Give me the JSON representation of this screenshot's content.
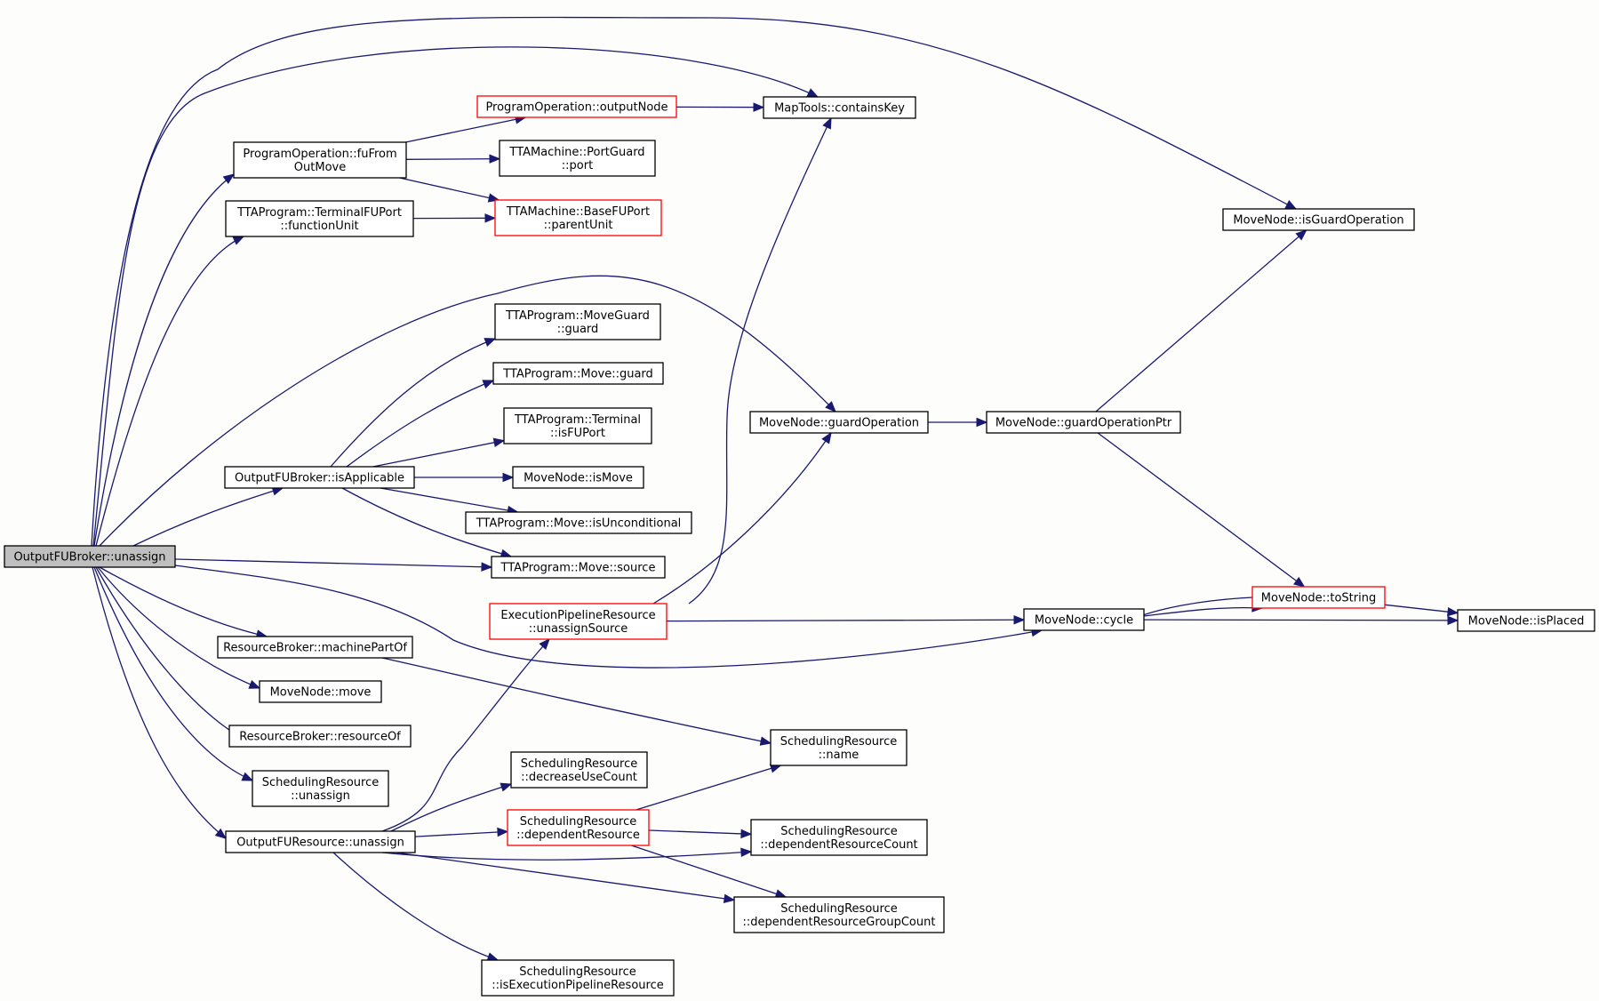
{
  "graph": {
    "title": "",
    "colors": {
      "edge": "#191970",
      "node_border": "#000000",
      "highlight_border": "#ff0000",
      "root_fill": "#bfbfbf",
      "background": "#fdfdfb"
    },
    "nodes": [
      {
        "id": "root",
        "label": "OutputFUBroker::unassign",
        "style": "root"
      },
      {
        "id": "fuFromOutMove",
        "label": "ProgramOperation::fuFrom\nOutMove",
        "style": "normal"
      },
      {
        "id": "functionUnit",
        "label": "TTAProgram::TerminalFUPort\n::functionUnit",
        "style": "normal"
      },
      {
        "id": "outputNode",
        "label": "ProgramOperation::outputNode",
        "style": "red"
      },
      {
        "id": "portGuardPort",
        "label": "TTAMachine::PortGuard\n::port",
        "style": "normal"
      },
      {
        "id": "parentUnit",
        "label": "TTAMachine::BaseFUPort\n::parentUnit",
        "style": "red"
      },
      {
        "id": "containsKey",
        "label": "MapTools::containsKey",
        "style": "normal"
      },
      {
        "id": "isGuardOperation",
        "label": "MoveNode::isGuardOperation",
        "style": "normal"
      },
      {
        "id": "moveGuardGuard",
        "label": "TTAProgram::MoveGuard\n::guard",
        "style": "normal"
      },
      {
        "id": "moveGuard",
        "label": "TTAProgram::Move::guard",
        "style": "normal"
      },
      {
        "id": "isFUPort",
        "label": "TTAProgram::Terminal\n::isFUPort",
        "style": "normal"
      },
      {
        "id": "isApplicable",
        "label": "OutputFUBroker::isApplicable",
        "style": "normal"
      },
      {
        "id": "isMove",
        "label": "MoveNode::isMove",
        "style": "normal"
      },
      {
        "id": "isUnconditional",
        "label": "TTAProgram::Move::isUnconditional",
        "style": "normal"
      },
      {
        "id": "moveSource",
        "label": "TTAProgram::Move::source",
        "style": "normal"
      },
      {
        "id": "guardOperation",
        "label": "MoveNode::guardOperation",
        "style": "normal"
      },
      {
        "id": "guardOperationPtr",
        "label": "MoveNode::guardOperationPtr",
        "style": "normal"
      },
      {
        "id": "unassignSource",
        "label": "ExecutionPipelineResource\n::unassignSource",
        "style": "red"
      },
      {
        "id": "cycle",
        "label": "MoveNode::cycle",
        "style": "normal"
      },
      {
        "id": "toString",
        "label": "MoveNode::toString",
        "style": "red"
      },
      {
        "id": "isPlaced",
        "label": "MoveNode::isPlaced",
        "style": "normal"
      },
      {
        "id": "machinePartOf",
        "label": "ResourceBroker::machinePartOf",
        "style": "normal"
      },
      {
        "id": "nodeMove",
        "label": "MoveNode::move",
        "style": "normal"
      },
      {
        "id": "resourceOf",
        "label": "ResourceBroker::resourceOf",
        "style": "normal"
      },
      {
        "id": "srUnassign",
        "label": "SchedulingResource\n::unassign",
        "style": "normal"
      },
      {
        "id": "srName",
        "label": "SchedulingResource\n::name",
        "style": "normal"
      },
      {
        "id": "decreaseUseCount",
        "label": "SchedulingResource\n::decreaseUseCount",
        "style": "normal"
      },
      {
        "id": "ofuUnassign",
        "label": "OutputFUResource::unassign",
        "style": "normal"
      },
      {
        "id": "dependentResource",
        "label": "SchedulingResource\n::dependentResource",
        "style": "red"
      },
      {
        "id": "dependentResourceCount",
        "label": "SchedulingResource\n::dependentResourceCount",
        "style": "normal"
      },
      {
        "id": "dependentResourceGroupCount",
        "label": "SchedulingResource\n::dependentResourceGroupCount",
        "style": "normal"
      },
      {
        "id": "isExecutionPipelineResource",
        "label": "SchedulingResource\n::isExecutionPipelineResource",
        "style": "normal"
      }
    ],
    "edges": [
      {
        "from": "root",
        "to": "fuFromOutMove"
      },
      {
        "from": "root",
        "to": "functionUnit"
      },
      {
        "from": "root",
        "to": "containsKey"
      },
      {
        "from": "root",
        "to": "isGuardOperation"
      },
      {
        "from": "root",
        "to": "guardOperation"
      },
      {
        "from": "root",
        "to": "isApplicable"
      },
      {
        "from": "root",
        "to": "moveSource"
      },
      {
        "from": "root",
        "to": "cycle"
      },
      {
        "from": "root",
        "to": "machinePartOf"
      },
      {
        "from": "root",
        "to": "nodeMove"
      },
      {
        "from": "root",
        "to": "resourceOf"
      },
      {
        "from": "root",
        "to": "srUnassign"
      },
      {
        "from": "root",
        "to": "ofuUnassign"
      },
      {
        "from": "fuFromOutMove",
        "to": "outputNode"
      },
      {
        "from": "fuFromOutMove",
        "to": "portGuardPort"
      },
      {
        "from": "fuFromOutMove",
        "to": "parentUnit"
      },
      {
        "from": "functionUnit",
        "to": "parentUnit"
      },
      {
        "from": "outputNode",
        "to": "containsKey"
      },
      {
        "from": "isApplicable",
        "to": "moveGuardGuard"
      },
      {
        "from": "isApplicable",
        "to": "moveGuard"
      },
      {
        "from": "isApplicable",
        "to": "isFUPort"
      },
      {
        "from": "isApplicable",
        "to": "isMove"
      },
      {
        "from": "isApplicable",
        "to": "isUnconditional"
      },
      {
        "from": "isApplicable",
        "to": "moveSource"
      },
      {
        "from": "guardOperation",
        "to": "guardOperationPtr"
      },
      {
        "from": "guardOperationPtr",
        "to": "isGuardOperation"
      },
      {
        "from": "guardOperationPtr",
        "to": "toString"
      },
      {
        "from": "unassignSource",
        "to": "containsKey"
      },
      {
        "from": "unassignSource",
        "to": "guardOperation"
      },
      {
        "from": "unassignSource",
        "to": "cycle"
      },
      {
        "from": "cycle",
        "to": "toString"
      },
      {
        "from": "cycle",
        "to": "isPlaced"
      },
      {
        "from": "toString",
        "to": "cycle"
      },
      {
        "from": "toString",
        "to": "isPlaced"
      },
      {
        "from": "machinePartOf",
        "to": "srName"
      },
      {
        "from": "ofuUnassign",
        "to": "unassignSource"
      },
      {
        "from": "ofuUnassign",
        "to": "decreaseUseCount"
      },
      {
        "from": "ofuUnassign",
        "to": "dependentResource"
      },
      {
        "from": "ofuUnassign",
        "to": "dependentResourceCount"
      },
      {
        "from": "ofuUnassign",
        "to": "dependentResourceGroupCount"
      },
      {
        "from": "ofuUnassign",
        "to": "isExecutionPipelineResource"
      },
      {
        "from": "dependentResource",
        "to": "srName"
      },
      {
        "from": "dependentResource",
        "to": "dependentResourceCount"
      },
      {
        "from": "dependentResource",
        "to": "dependentResourceGroupCount"
      }
    ]
  }
}
